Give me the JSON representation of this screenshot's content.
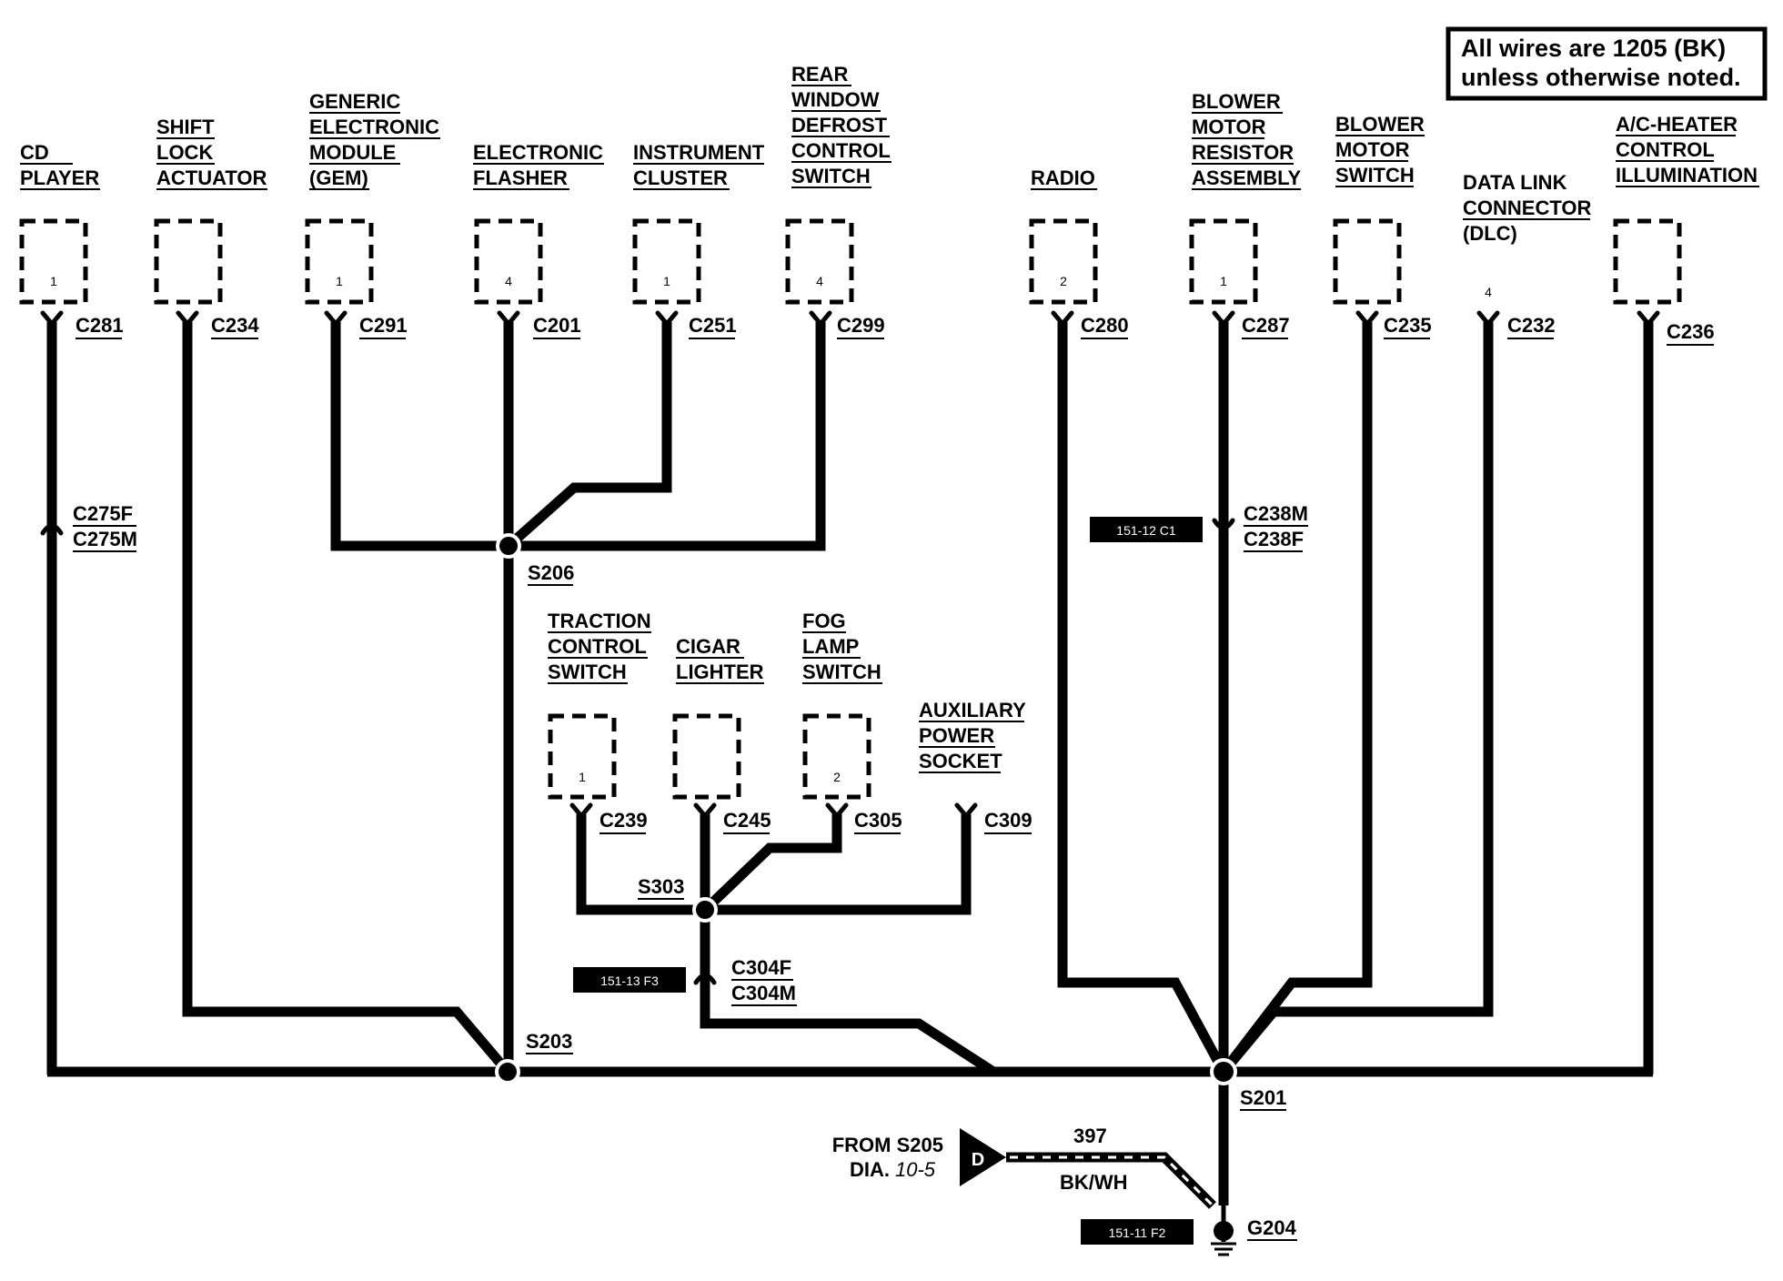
{
  "note": {
    "line1": "All wires are 1205 (BK)",
    "line2": "unless otherwise noted."
  },
  "components": {
    "cd_player": [
      "CD",
      "PLAYER"
    ],
    "shift_lock": [
      "SHIFT",
      "LOCK",
      "ACTUATOR"
    ],
    "gem": [
      "GENERIC",
      "ELECTRONIC",
      "MODULE",
      "(GEM)"
    ],
    "flasher": [
      "ELECTRONIC",
      "FLASHER"
    ],
    "instrument_cluster": [
      "INSTRUMENT",
      "CLUSTER"
    ],
    "rear_defrost": [
      "REAR",
      "WINDOW",
      "DEFROST",
      "CONTROL",
      "SWITCH"
    ],
    "radio": [
      "RADIO"
    ],
    "blower_resistor": [
      "BLOWER",
      "MOTOR",
      "RESISTOR",
      "ASSEMBLY"
    ],
    "blower_switch": [
      "BLOWER",
      "MOTOR",
      "SWITCH"
    ],
    "dlc": [
      "DATA LINK",
      "CONNECTOR",
      "(DLC)"
    ],
    "ac_heater": [
      "A/C-HEATER",
      "CONTROL",
      "ILLUMINATION"
    ],
    "traction": [
      "TRACTION",
      "CONTROL",
      "SWITCH"
    ],
    "cigar": [
      "CIGAR",
      "LIGHTER"
    ],
    "fog": [
      "FOG",
      "LAMP",
      "SWITCH"
    ],
    "aux_power": [
      "AUXILIARY",
      "POWER",
      "SOCKET"
    ]
  },
  "pins": {
    "cd_player": "1",
    "gem": "1",
    "flasher": "4",
    "instrument_cluster": "1",
    "rear_defrost": "4",
    "radio": "2",
    "blower_resistor": "1",
    "dlc": "4",
    "traction": "1",
    "fog": "2"
  },
  "connectors": {
    "c281": "C281",
    "c234": "C234",
    "c291": "C291",
    "c201": "C201",
    "c251": "C251",
    "c299": "C299",
    "c280": "C280",
    "c287": "C287",
    "c235": "C235",
    "c232": "C232",
    "c236": "C236",
    "c275f": "C275F",
    "c275m": "C275M",
    "c238m": "C238M",
    "c238f": "C238F",
    "c239": "C239",
    "c245": "C245",
    "c305": "C305",
    "c309": "C309",
    "c304f": "C304F",
    "c304m": "C304M"
  },
  "splices": {
    "s206": "S206",
    "s303": "S303",
    "s203": "S203",
    "s201": "S201"
  },
  "ground": "G204",
  "refs": {
    "ref1": "151-12 C1",
    "ref2": "151-13 F3",
    "ref3": "151-11 F2"
  },
  "feed": {
    "from": "FROM S205",
    "dia": "DIA.",
    "dia_num": "10-5",
    "marker": "D",
    "circuit": "397",
    "color": "BK/WH"
  }
}
